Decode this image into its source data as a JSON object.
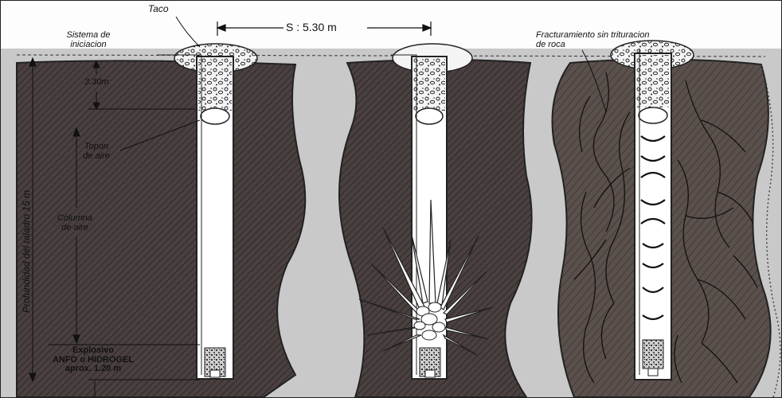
{
  "labels": {
    "taco": "Taco",
    "sistema_iniciacion_1": "Sistema de",
    "sistema_iniciacion_2": "iniciacion",
    "spacing": "S : 5.30 m",
    "stemming_depth": "3.30m",
    "topon_1": "Topon",
    "topon_2": "de aire",
    "columna_1": "Columna",
    "columna_2": "de aire",
    "depth_axis": "Profundidad del taladro 15 m",
    "explosivo_1": "Explosivo",
    "explosivo_2": "ANFO o HIDROGEL",
    "explosivo_3": "aprox. 1.20 m",
    "fractura_1": "Fracturamiento sin trituracion",
    "fractura_2": "de roca"
  },
  "colors": {
    "rock": "#4a4040",
    "rock_hatch": "#2e2828",
    "fracture_rock": "#5a504c",
    "gap": "#b4b4b4",
    "ground_light": "#c9c9c9",
    "hole": "#ffffff",
    "stemming": "#f4f4f4",
    "ink": "#111111"
  }
}
